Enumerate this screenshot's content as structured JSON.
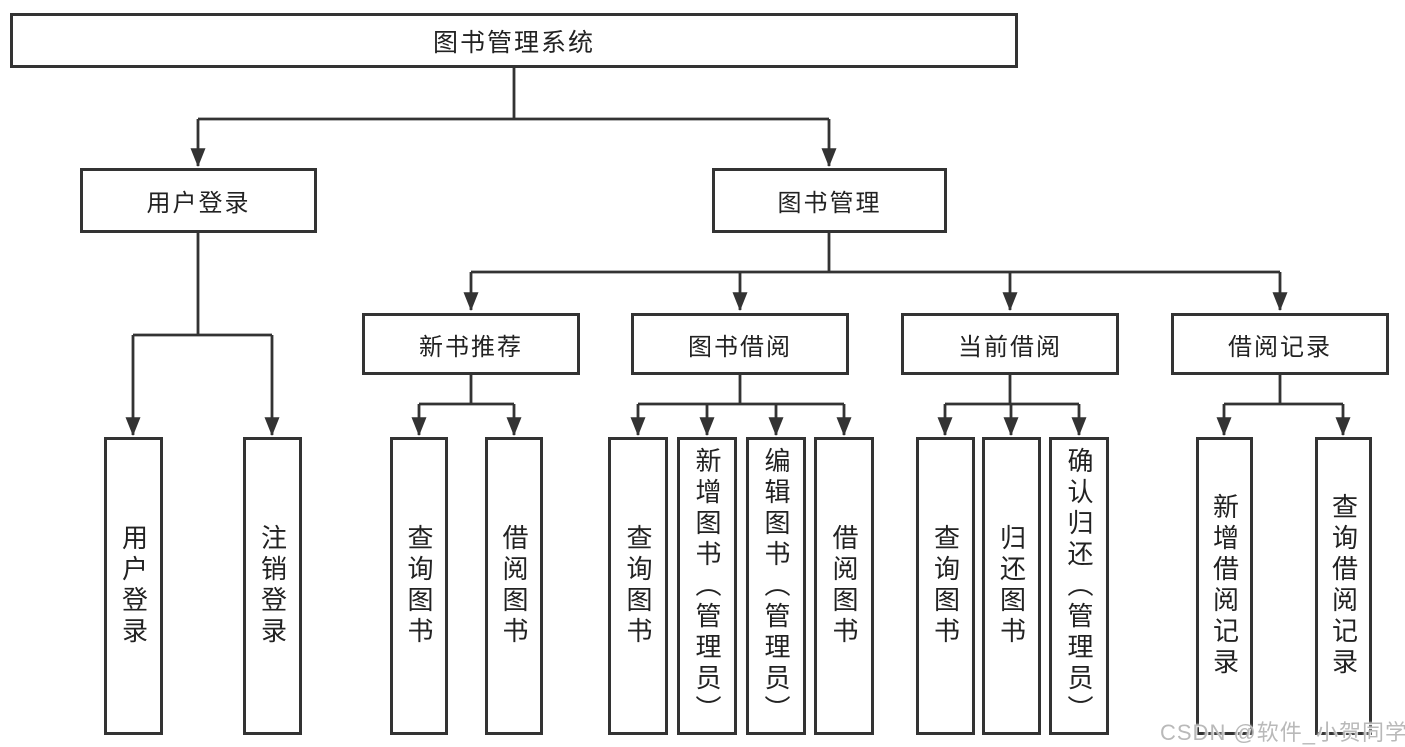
{
  "title": "图书管理系统",
  "colors": {
    "line": "#333333",
    "box_border": "#333333",
    "text": "#222222",
    "background": "#ffffff",
    "watermark_text": "#b9b9b9"
  },
  "tree": {
    "label": "图书管理系统",
    "children": [
      {
        "label": "用户登录",
        "children": [
          {
            "label": "用户登录"
          },
          {
            "label": "注销登录"
          }
        ]
      },
      {
        "label": "图书管理",
        "children": [
          {
            "label": "新书推荐",
            "children": [
              {
                "label": "查询图书"
              },
              {
                "label": "借阅图书"
              }
            ]
          },
          {
            "label": "图书借阅",
            "children": [
              {
                "label": "查询图书"
              },
              {
                "label": "新增图书（管理员）"
              },
              {
                "label": "编辑图书（管理员）"
              },
              {
                "label": "借阅图书"
              }
            ]
          },
          {
            "label": "当前借阅",
            "children": [
              {
                "label": "查询图书"
              },
              {
                "label": "归还图书"
              },
              {
                "label": "确认归还（管理员）"
              }
            ]
          },
          {
            "label": "借阅记录",
            "children": [
              {
                "label": "新增借阅记录"
              },
              {
                "label": "查询借阅记录"
              }
            ]
          }
        ]
      }
    ]
  },
  "watermark": {
    "text": "CSDN @软件_小贺同学"
  }
}
